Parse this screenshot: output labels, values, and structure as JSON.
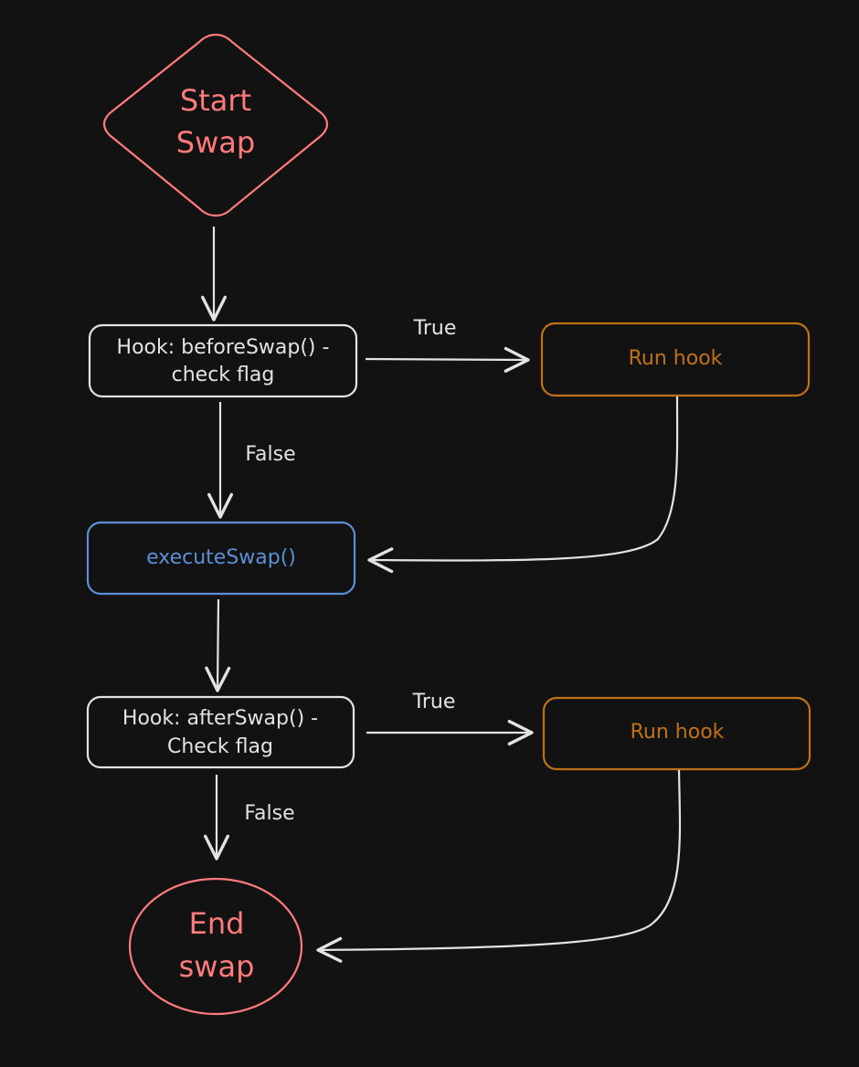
{
  "diagram": {
    "nodes": {
      "start": {
        "lines": [
          "Start",
          "Swap"
        ],
        "color": "#ff7b7b",
        "shape": "diamond"
      },
      "before_hook": {
        "lines": [
          "Hook: beforeSwap() -",
          "check flag"
        ],
        "color": "#e3e3e3",
        "shape": "rounded-rect"
      },
      "run_hook_1": {
        "lines": [
          "Run hook"
        ],
        "color": "#c0711a",
        "shape": "rounded-rect"
      },
      "execute_swap": {
        "lines": [
          "executeSwap()"
        ],
        "color": "#5b8fd6",
        "shape": "rounded-rect"
      },
      "after_hook": {
        "lines": [
          "Hook: afterSwap() -",
          "Check flag"
        ],
        "color": "#e3e3e3",
        "shape": "rounded-rect"
      },
      "run_hook_2": {
        "lines": [
          "Run hook"
        ],
        "color": "#c0711a",
        "shape": "rounded-rect"
      },
      "end": {
        "lines": [
          "End",
          "swap"
        ],
        "color": "#ff7b7b",
        "shape": "ellipse"
      }
    },
    "edge_labels": {
      "before_true": "True",
      "before_false": "False",
      "after_true": "True",
      "after_false": "False"
    },
    "edge_color": "#e3e3e3",
    "background": "#121212"
  }
}
